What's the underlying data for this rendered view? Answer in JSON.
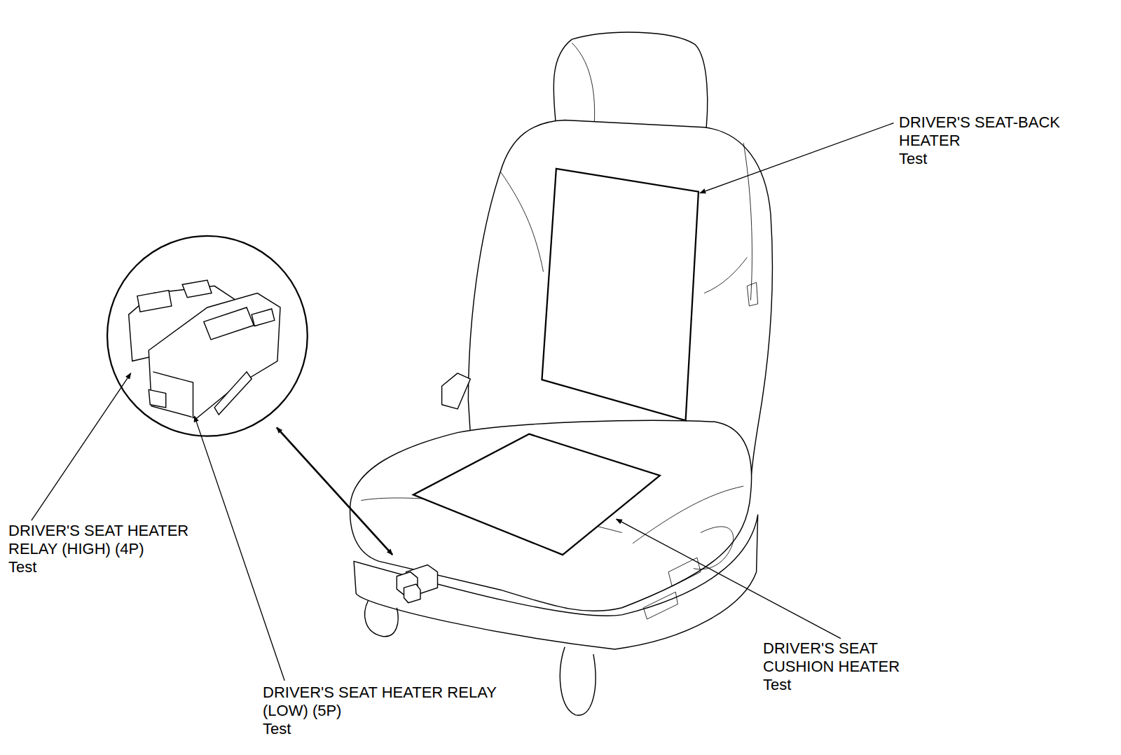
{
  "diagram": {
    "labels": [
      "DRIVER'S SEAT-BACK HEATER",
      "Test",
      "DRIVER'S SEAT HEATER RELAY (HIGH) (4P)",
      "Test",
      "DRIVER'S SEAT HEATER RELAY (LOW) (5P)",
      "Test",
      "DRIVER'S SEAT CUSHION HEATER",
      "Test"
    ]
  }
}
